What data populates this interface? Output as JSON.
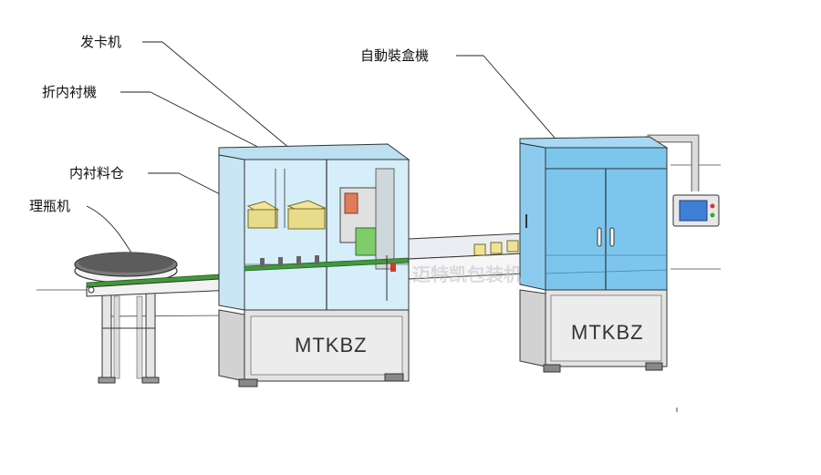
{
  "labels": {
    "card_issuer": "发卡机",
    "liner_folder": "折内衬機",
    "liner_hopper": "内衬料仓",
    "bottle_sorter": "理瓶机",
    "auto_cartoner": "自動裝盒機"
  },
  "brand_left": "MTKBZ",
  "brand_right": "MTKBZ",
  "watermark": "迈特凯包装机",
  "colors": {
    "glass": "#a9d8f2",
    "glass_right": "#6ec0ec",
    "conveyor": "#3f9a3a",
    "outline": "#333333",
    "panel": "#e3e3e3"
  }
}
